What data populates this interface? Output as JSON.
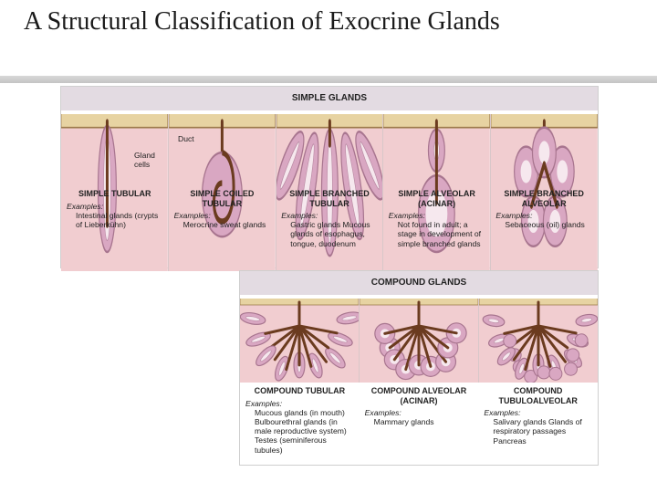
{
  "title": "A Structural Classification of Exocrine Glands",
  "colors": {
    "tissue": "#f1cdd0",
    "epithelium": "#e7d3a2",
    "gland": "#d9a7c2",
    "duct": "#6b3b1f",
    "header": "#e3dbe2"
  },
  "simple_panel": {
    "header": "SIMPLE GLANDS",
    "diagram_labels": {
      "duct": "Duct",
      "gland_cells": "Gland cells"
    },
    "glands": [
      {
        "name": "SIMPLE TUBULAR",
        "examples_label": "Examples:",
        "examples": "Intestinal glands (crypts of Lieberkühn)"
      },
      {
        "name": "SIMPLE COILED TUBULAR",
        "examples_label": "Examples:",
        "examples": "Merocrine sweat glands"
      },
      {
        "name": "SIMPLE BRANCHED TUBULAR",
        "examples_label": "Examples:",
        "examples": "Gastric glands Mucous glands of esophagus, tongue, duodenum"
      },
      {
        "name": "SIMPLE ALVEOLAR (ACINAR)",
        "examples_label": "Examples:",
        "examples": "Not found in adult; a stage in development of simple branched glands"
      },
      {
        "name": "SIMPLE BRANCHED ALVEOLAR",
        "examples_label": "Examples:",
        "examples": "Sebaceous (oil) glands"
      }
    ]
  },
  "compound_panel": {
    "header": "COMPOUND GLANDS",
    "glands": [
      {
        "name": "COMPOUND TUBULAR",
        "examples_label": "Examples:",
        "examples": "Mucous glands (in mouth) Bulbourethral glands (in male reproductive system) Testes (seminiferous tubules)"
      },
      {
        "name": "COMPOUND ALVEOLAR (ACINAR)",
        "examples_label": "Examples:",
        "examples": "Mammary glands"
      },
      {
        "name": "COMPOUND TUBULOALVEOLAR",
        "examples_label": "Examples:",
        "examples": "Salivary glands Glands of respiratory passages Pancreas"
      }
    ]
  }
}
